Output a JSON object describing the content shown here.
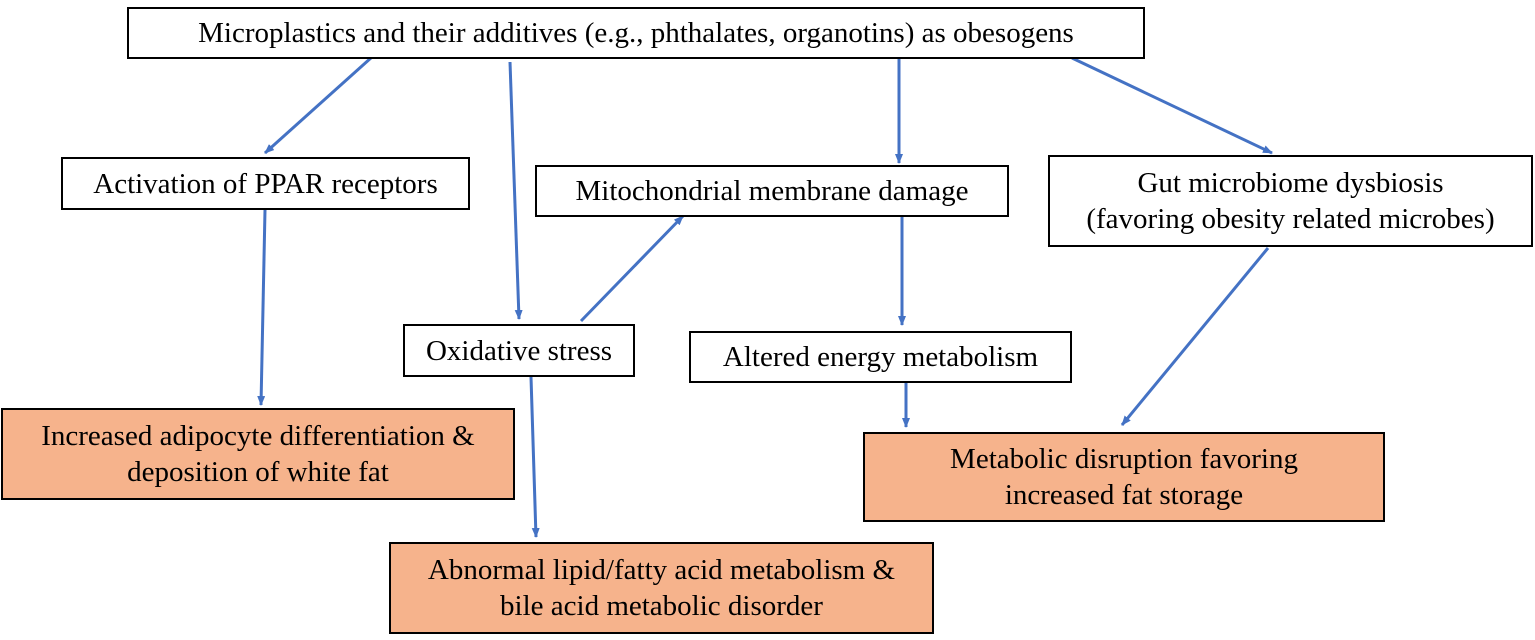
{
  "colors": {
    "arrow": "#4472c4",
    "outcome_fill": "#f6b38c",
    "box_border": "#000000"
  },
  "nodes": {
    "source": "Microplastics and their additives (e.g., phthalates, organotins) as obesogens",
    "ppar": "Activation of PPAR receptors",
    "mito": "Mitochondrial membrane damage",
    "gut": [
      "Gut microbiome dysbiosis",
      "(favoring obesity related microbes)"
    ],
    "oxidative": "Oxidative stress",
    "energy": "Altered energy metabolism",
    "adipocyte": [
      "Increased adipocyte differentiation &",
      "deposition of white fat"
    ],
    "metabolic": [
      "Metabolic disruption favoring",
      "increased fat storage"
    ],
    "lipid": [
      "Abnormal lipid/fatty acid metabolism &",
      "bile acid metabolic disorder"
    ]
  },
  "edges": [
    {
      "from": "source",
      "to": "ppar"
    },
    {
      "from": "source",
      "to": "oxidative"
    },
    {
      "from": "source",
      "to": "mito"
    },
    {
      "from": "source",
      "to": "gut"
    },
    {
      "from": "ppar",
      "to": "adipocyte"
    },
    {
      "from": "oxidative",
      "to": "mito"
    },
    {
      "from": "oxidative",
      "to": "lipid"
    },
    {
      "from": "mito",
      "to": "energy"
    },
    {
      "from": "energy",
      "to": "metabolic"
    },
    {
      "from": "gut",
      "to": "metabolic"
    }
  ]
}
